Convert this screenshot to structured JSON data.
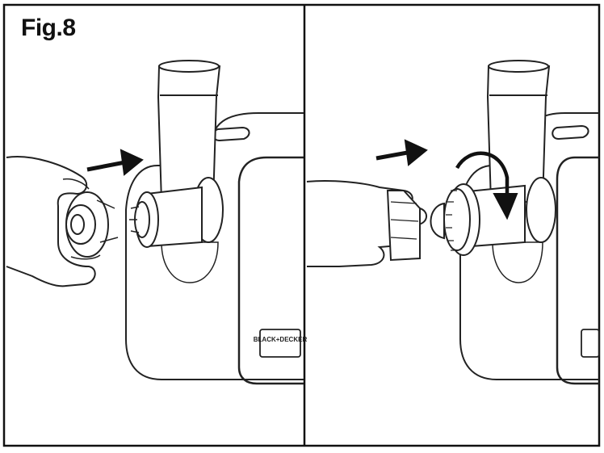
{
  "figure": {
    "label": "Fig.8",
    "brand_badge": "BLACK+DECKER"
  },
  "panels": [
    {
      "name": "attach-grating-cone"
    },
    {
      "name": "twist-lock-ring"
    }
  ]
}
